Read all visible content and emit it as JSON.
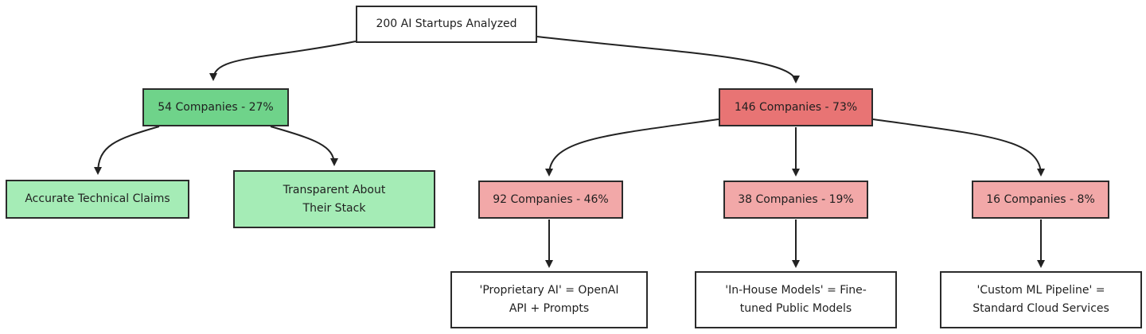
{
  "nodes": {
    "root": {
      "label": "200 AI Startups Analyzed"
    },
    "accurate_group": {
      "label": "54 Companies - 27%"
    },
    "misleading_group": {
      "label": "146 Companies - 73%"
    },
    "accurate_claims": {
      "label": "Accurate Technical Claims"
    },
    "transparent_stack": {
      "label": "Transparent About Their Stack"
    },
    "openai_group": {
      "label": "92 Companies - 46%"
    },
    "finetuned_group": {
      "label": "38 Companies - 19%"
    },
    "cloud_group": {
      "label": "16 Companies - 8%"
    },
    "proprietary_ai": {
      "label": "'Proprietary AI' = OpenAI API + Prompts"
    },
    "inhouse_models": {
      "label": "'In-House Models' = Fine-tuned Public Models"
    },
    "custom_ml": {
      "label": "'Custom ML Pipeline' = Standard Cloud Services"
    }
  },
  "colors": {
    "green_strong": "#6fd38a",
    "green_light": "#a5ecb6",
    "red_strong": "#e87474",
    "red_light": "#f2a8a8",
    "border": "#2b2b2b"
  }
}
